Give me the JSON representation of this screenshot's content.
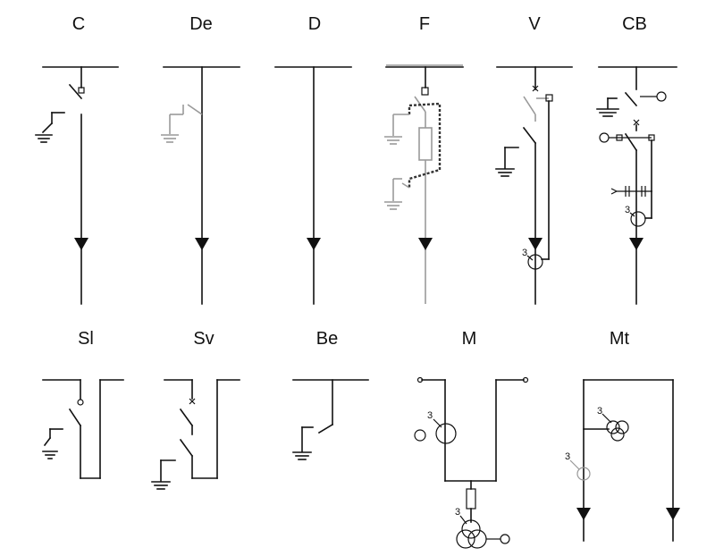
{
  "diagram": {
    "labels": {
      "c": "C",
      "de": "De",
      "d": "D",
      "f": "F",
      "v": "V",
      "cb": "CB",
      "sl": "Sl",
      "sv": "Sv",
      "be": "Be",
      "m": "M",
      "mt": "Mt"
    },
    "ct_count": "3",
    "vt_count": "3"
  }
}
